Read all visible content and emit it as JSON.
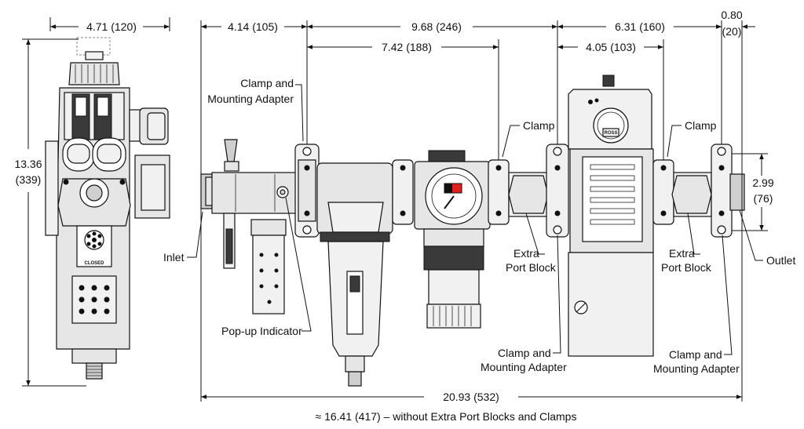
{
  "dimensions": {
    "width_side": "4.71 (120)",
    "height_total_in": "13.36",
    "height_total_mm": "(339)",
    "inlet_section": "4.14 (105)",
    "filter_regulator_span": "9.68 (246)",
    "filter_span": "7.42 (188)",
    "valve_span": "6.31 (160)",
    "valve_body": "4.05 (103)",
    "outlet_block_in": "0.80",
    "outlet_block_mm": "(20)",
    "port_height_in": "2.99",
    "port_height_mm": "(76)",
    "overall_length": "20.93 (532)",
    "footnote": "≈ 16.41 (417) – without Extra Port Blocks and Clamps"
  },
  "callouts": {
    "clamp_adapter_1_line1": "Clamp and",
    "clamp_adapter_1_line2": "Mounting Adapter",
    "clamp_1": "Clamp",
    "clamp_2": "Clamp",
    "inlet": "Inlet",
    "extra_port_block_1_line1": "Extra",
    "extra_port_block_1_line2": "Port Block",
    "extra_port_block_2_line1": "Extra",
    "extra_port_block_2_line2": "Port Block",
    "outlet": "Outlet",
    "popup_indicator": "Pop-up Indicator",
    "clamp_adapter_2_line1": "Clamp and",
    "clamp_adapter_2_line2": "Mounting Adapter",
    "clamp_adapter_3_line1": "Clamp and",
    "clamp_adapter_3_line2": "Mounting Adapter"
  },
  "product_marks": {
    "lockout_label": "CLOSED",
    "gauge_logo": "ROSS"
  },
  "colors": {
    "line": "#111111",
    "body_fill": "#e6e6e6",
    "gauge_red": "#e02020",
    "background": "#ffffff"
  }
}
